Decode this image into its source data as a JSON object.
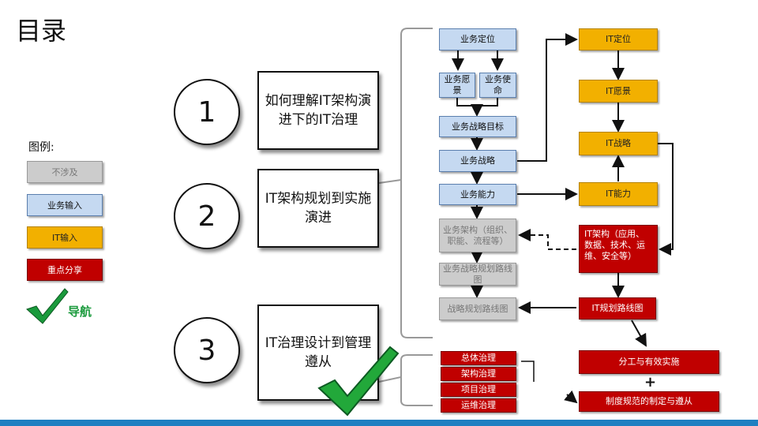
{
  "title": "目录",
  "legend": {
    "title": "图例:",
    "items": [
      {
        "label": "不涉及",
        "style": "gray"
      },
      {
        "label": "业务输入",
        "style": "blue"
      },
      {
        "label": "IT输入",
        "style": "orange"
      },
      {
        "label": "重点分享",
        "style": "red"
      }
    ],
    "nav_label": "导航"
  },
  "sections": [
    {
      "number": "1",
      "topic": "如何理解IT架构演进下的IT治理"
    },
    {
      "number": "2",
      "topic": "IT架构规划到实施演进"
    },
    {
      "number": "3",
      "topic": "IT治理设计到管理遵从"
    }
  ],
  "business_column": {
    "positioning": "业务定位",
    "vision": "业务愿景",
    "mission": "业务使命",
    "strategy_goal": "业务战略目标",
    "strategy": "业务战略",
    "capability": "业务能力",
    "architecture": "业务架构（组织、职能、流程等）",
    "roadmap": "业务战略规划路线图",
    "strategy_roadmap": "战略规划路线图"
  },
  "it_column": {
    "positioning": "IT定位",
    "vision": "IT愿景",
    "strategy": "IT战略",
    "capability": "IT能力",
    "architecture": "IT架构（应用、数据、技术、运维、安全等）",
    "roadmap": "IT规划路线图"
  },
  "implementation": {
    "division": "分工与有效实施",
    "plus": "+",
    "regulation": "制度规范的制定与遵从"
  },
  "governance": [
    "总体治理",
    "架构治理",
    "项目治理",
    "运维治理"
  ],
  "colors": {
    "blue": "#c5d9f1",
    "gray": "#cccccc",
    "orange": "#f2b000",
    "red": "#c00000",
    "nav_green": "#1a9a3c",
    "bottom_bar": "#1f7fc1"
  }
}
